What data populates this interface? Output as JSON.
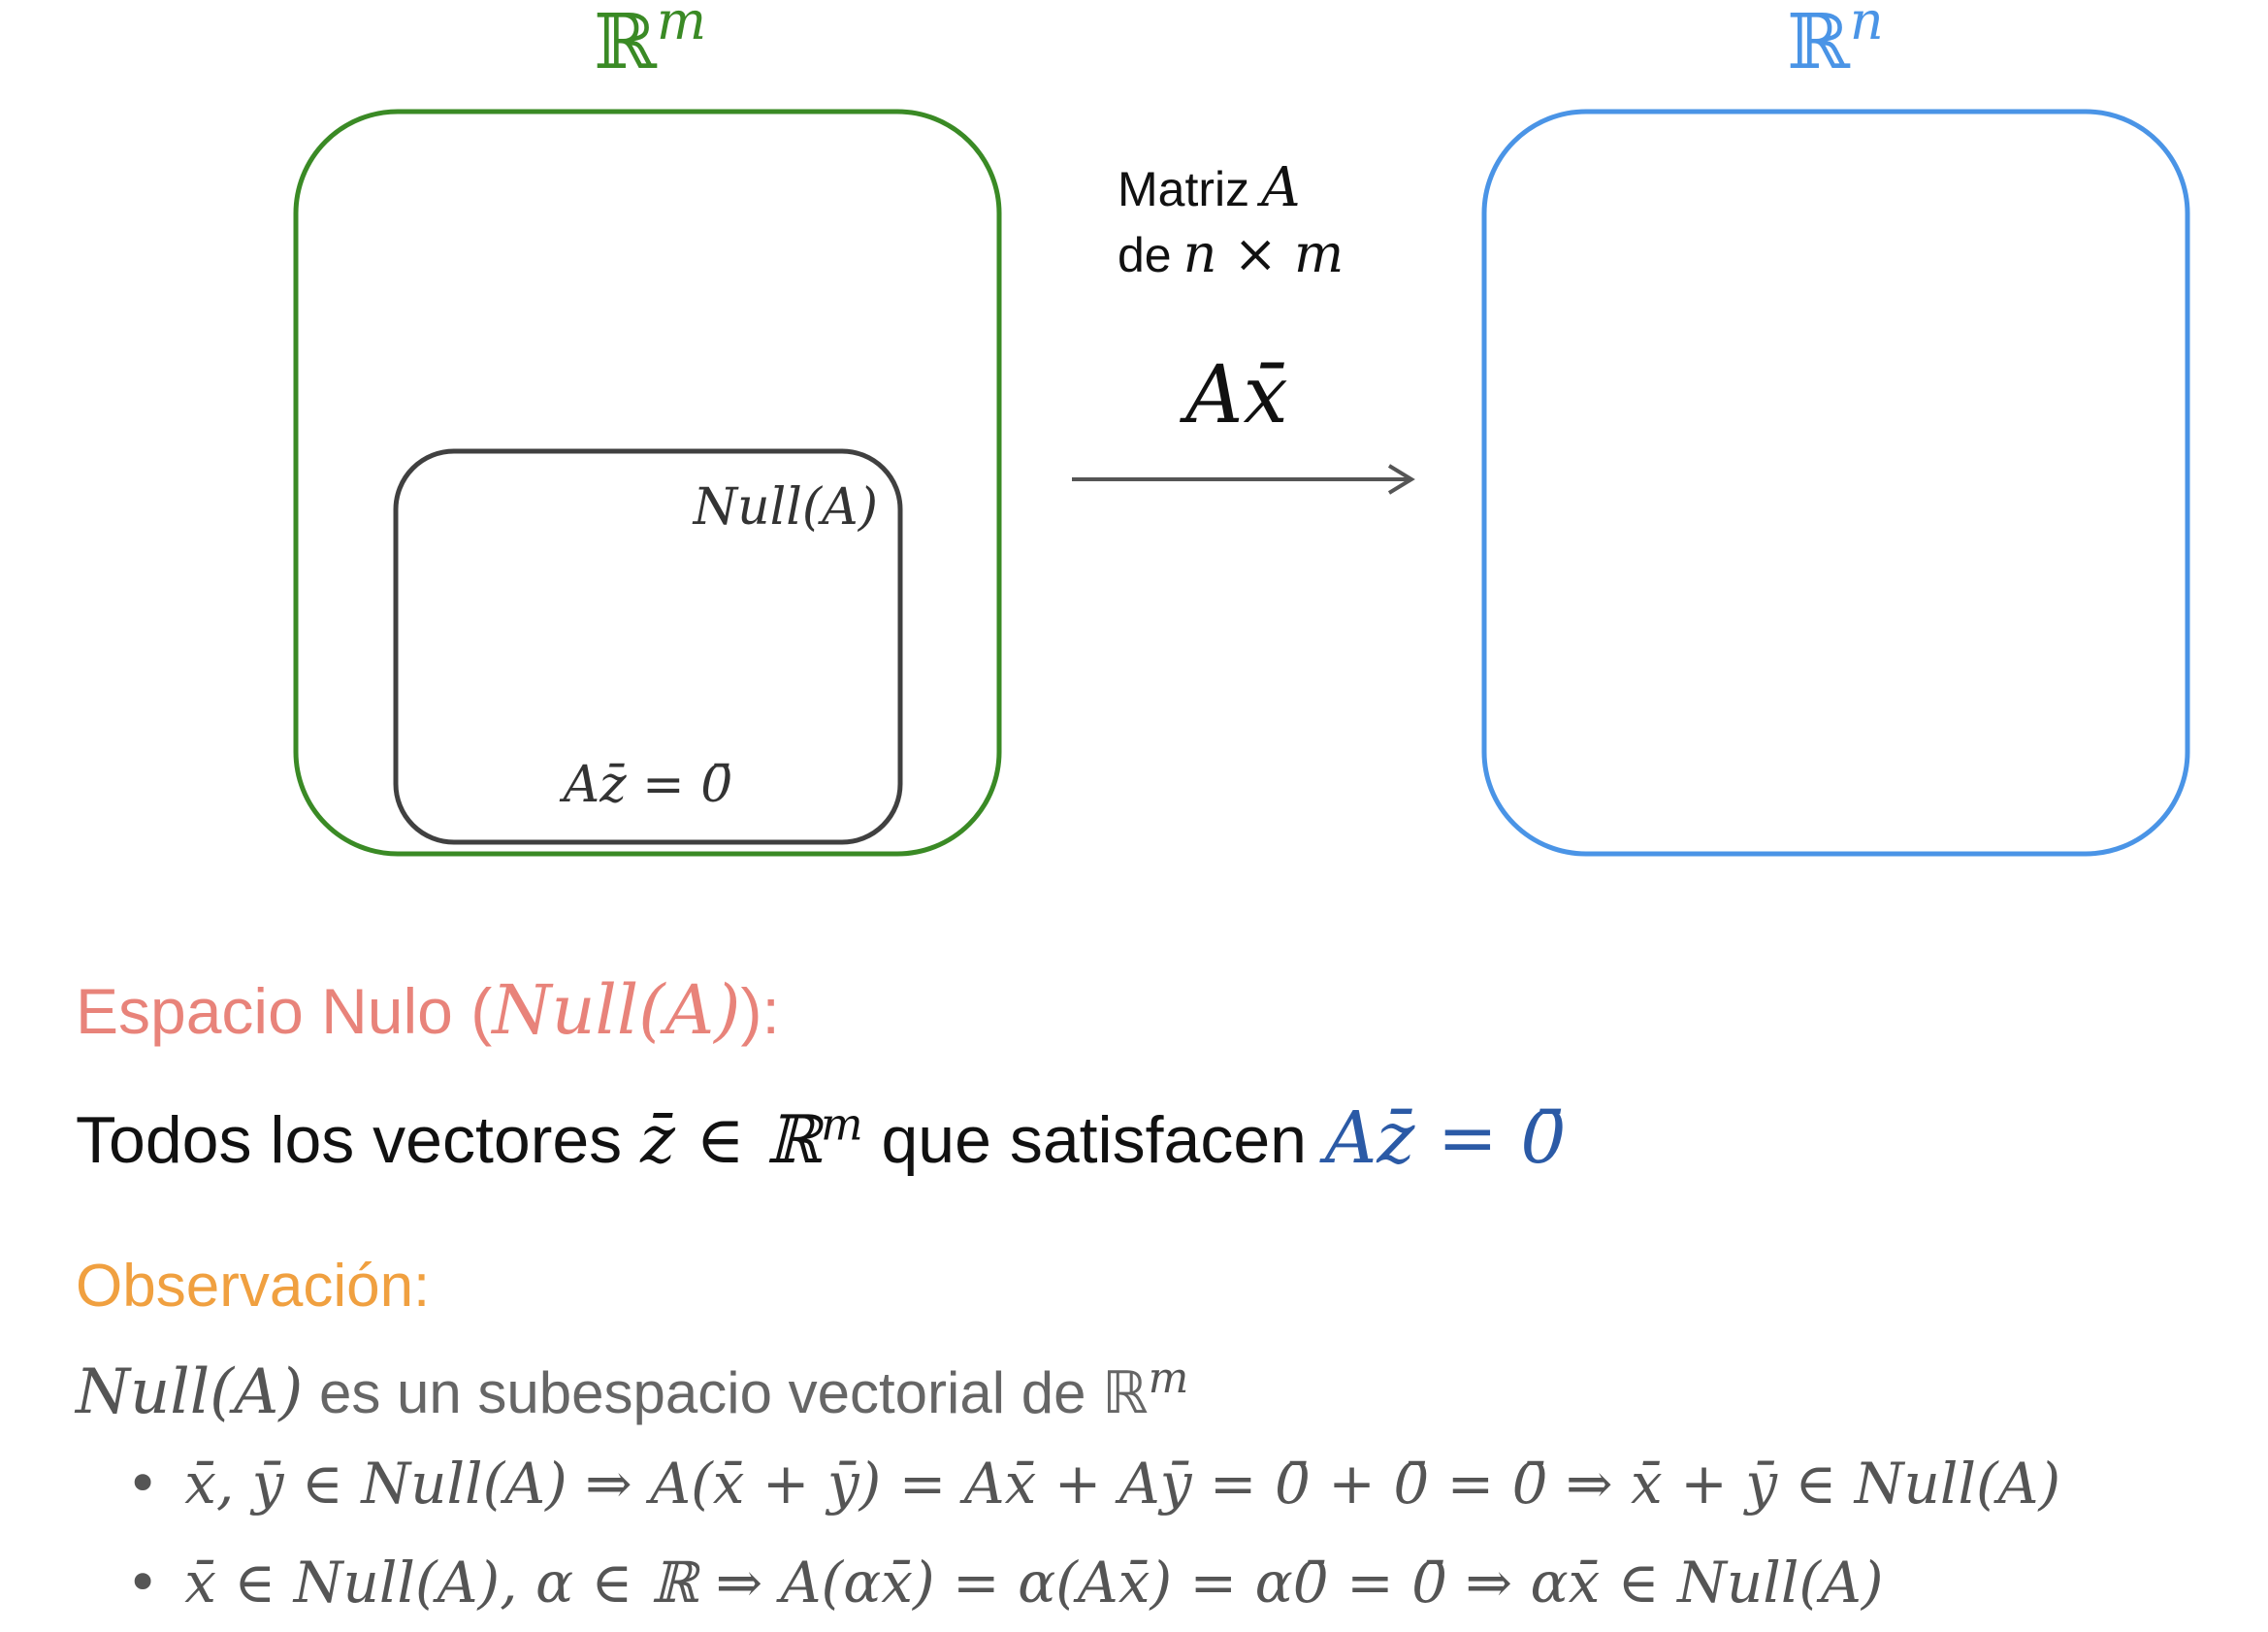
{
  "diagram": {
    "domain_label": "ℝ",
    "domain_exp": "m",
    "codomain_label": "ℝ",
    "codomain_exp": "n",
    "matrix_line1_prefix": "Matriz",
    "matrix_line1_var": "A",
    "matrix_line2_prefix": "de",
    "matrix_line2_dims": "n × m",
    "map_label": "Ax̄",
    "null_label": "Null(A)",
    "null_equation": "Az̄ = 0̄",
    "colors": {
      "domain": "#3a8a25",
      "codomain": "#4a94e6",
      "null_box": "#404040",
      "arrow": "#555555"
    }
  },
  "heading": {
    "text": "Espacio Nulo (",
    "math": "Null(A)",
    "suffix": "):"
  },
  "definition": {
    "prefix": "Todos los vectores ",
    "var": "z̄ ∈ ℝ",
    "exp": "m",
    "middle": " que satisfacen ",
    "equation": "Az̄ = 0̄"
  },
  "observation": {
    "title": "Observación:",
    "math": "Null(A)",
    "text": " es un subespacio vectorial de ℝ",
    "exp": "m",
    "bullets": [
      "x̄, ȳ ∈ Null(A) ⇒ A(x̄ + ȳ) = Ax̄ + Aȳ = 0̄ + 0̄ = 0̄ ⇒ x̄ + ȳ ∈ Null(A)",
      "x̄ ∈ Null(A), α ∈ ℝ ⇒ A(αx̄) = α(Ax̄) = α0̄ = 0̄ ⇒ αx̄ ∈ Null(A)"
    ]
  }
}
